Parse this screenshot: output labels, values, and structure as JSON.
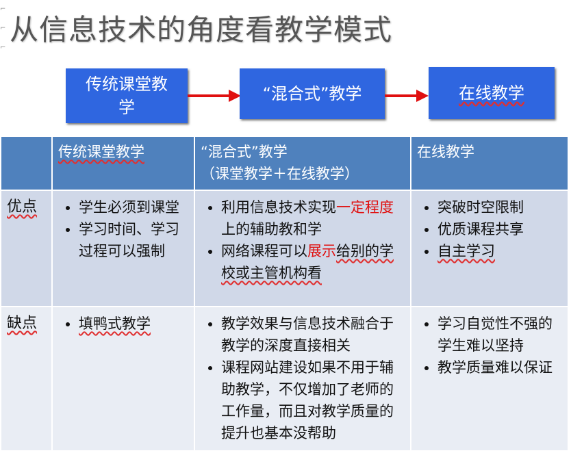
{
  "title": "从信息技术的角度看教学模式",
  "flow": {
    "box1": [
      "传统课堂教",
      "学"
    ],
    "box2": "“混合式”教学",
    "box3": "在线教学"
  },
  "table": {
    "headers": {
      "col0": "",
      "col1": "传统课堂教学",
      "col2_line1": "“混合式”教学",
      "col2_line2": "（课堂教学＋在线教学）",
      "col3": "在线教学"
    },
    "rows": {
      "pros": {
        "label": "优点",
        "traditional": [
          "学生必须到课堂",
          "学习时间、学习过程可以强制"
        ],
        "hybrid": {
          "item1_a": "利用信息技术实现",
          "item1_red": "一定程度",
          "item1_b": "上的辅助教和学",
          "item2_a": "网络课程可以",
          "item2_red": "展示",
          "item2_b": "给别的学校或主管机构看"
        },
        "online": [
          "突破时空限制",
          "优质课程共享",
          "自主学习"
        ]
      },
      "cons": {
        "label": "缺点",
        "traditional": [
          "填鸭式教学"
        ],
        "hybrid": [
          "教学效果与信息技术融合于教学的深度直接相关",
          "课程网站建设如果不用于辅助教学，不仅增加了老师的工作量，而且对教学质量的提升也基本没帮助"
        ],
        "online": [
          "学习自觉性不强的学生难以坚持",
          "教学质量难以保证"
        ]
      }
    }
  }
}
